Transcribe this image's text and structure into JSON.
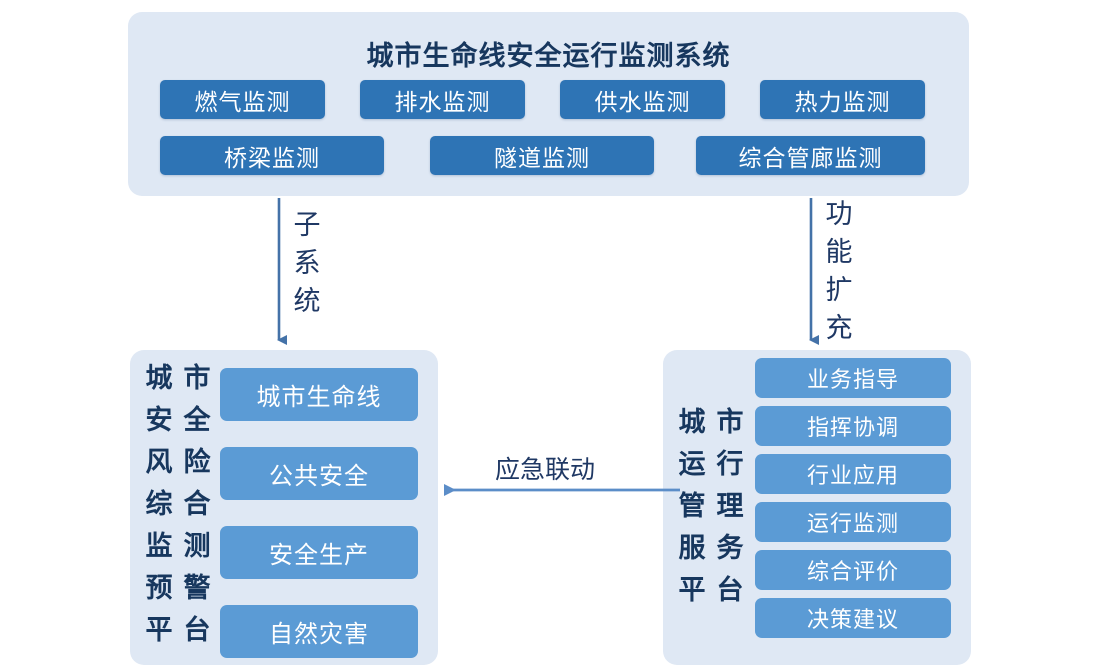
{
  "diagram": {
    "title": "城市生命线安全运行监测系统",
    "colors": {
      "panel_bg": "#dfe8f4",
      "chip_blue": "#2e74b5",
      "subchip_blue": "#5b9bd5",
      "title_navy": "#17375e",
      "arrow_blue": "#4472a8"
    }
  },
  "top_panel": {
    "title": "城市生命线安全运行监测系统",
    "row1": [
      {
        "label": "燃气监测"
      },
      {
        "label": "排水监测"
      },
      {
        "label": "供水监测"
      },
      {
        "label": "热力监测"
      }
    ],
    "row2": [
      {
        "label": "桥梁监测"
      },
      {
        "label": "隧道监测"
      },
      {
        "label": "综合管廊监测"
      }
    ]
  },
  "connectors": {
    "left_arrow_label": "子系统",
    "right_arrow_label": "功能扩充",
    "middle_arrow_label": "应急联动"
  },
  "left_panel": {
    "side_label": "城市安全风险综合监测预警平台",
    "items": [
      {
        "label": "城市生命线"
      },
      {
        "label": "公共安全"
      },
      {
        "label": "安全生产"
      },
      {
        "label": "自然灾害"
      }
    ]
  },
  "right_panel": {
    "side_label": "城市运行管理服务平台",
    "items": [
      {
        "label": "业务指导"
      },
      {
        "label": "指挥协调"
      },
      {
        "label": "行业应用"
      },
      {
        "label": "运行监测"
      },
      {
        "label": "综合评价"
      },
      {
        "label": "决策建议"
      }
    ]
  }
}
